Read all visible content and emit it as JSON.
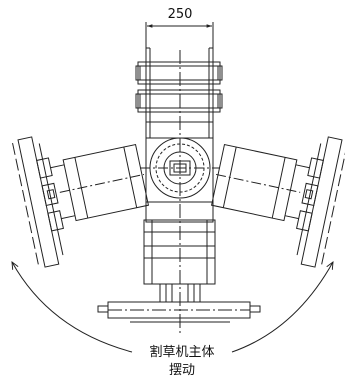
{
  "dimension": {
    "label": "250"
  },
  "caption": {
    "line1": "割草机主体",
    "line2": "摆动"
  },
  "colors": {
    "stroke": "#222222",
    "background": "#ffffff"
  }
}
